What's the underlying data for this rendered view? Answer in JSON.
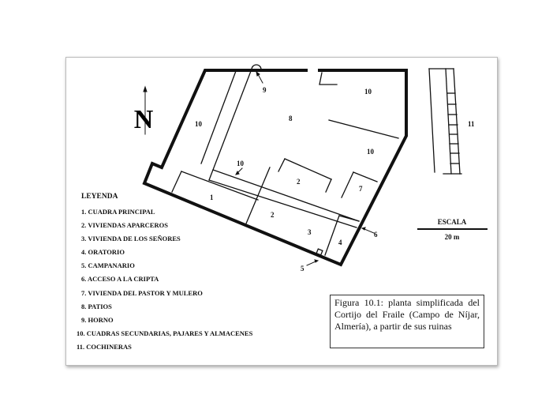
{
  "plan_labels": {
    "l9": "9",
    "l10a": "10",
    "l8": "8",
    "l10b": "10",
    "l10c": "10",
    "l10d": "10",
    "l2a": "2",
    "l7": "7",
    "l1": "1",
    "l2b": "2",
    "l3": "3",
    "l4": "4",
    "l6": "6",
    "l5": "5",
    "l11": "11"
  },
  "north": "N",
  "scale": {
    "title": "ESCALA",
    "value": "20 m"
  },
  "legend": {
    "title": "LEYENDA",
    "items": [
      "1.  CUADRA PRINCIPAL",
      "2.  VIVIENDAS APARCEROS",
      "3.  VIVIENDA DE LOS SEÑORES",
      "4.  ORATORIO",
      "5.  CAMPANARIO",
      "6.  ACCESO A LA CRIPTA",
      "7.  VIVIENDA DEL PASTOR Y MULERO",
      "8.  PATIOS",
      "9.  HORNO",
      "10.  CUADRAS SECUNDARIAS,  PAJARES Y ALMACENES",
      "11.  COCHINERAS"
    ]
  },
  "caption": "Figura 10.1: planta simplificada del Cortijo del Fraile (Campo de Níjar, Almería), a partir de sus ruinas"
}
